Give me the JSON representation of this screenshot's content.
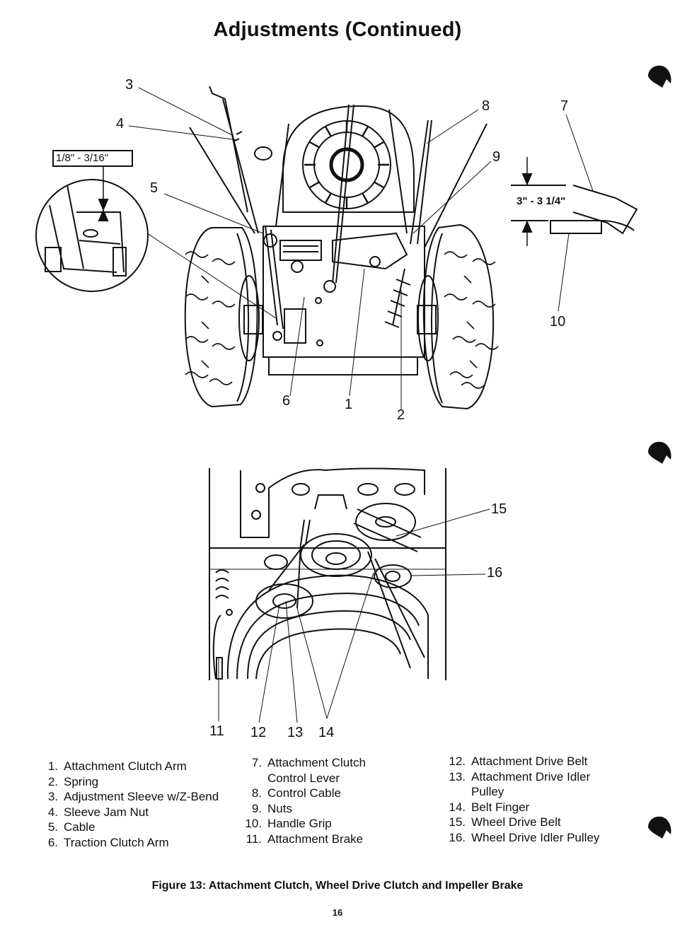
{
  "title": "Adjustments (Continued)",
  "figure_top": {
    "callouts": [
      "3",
      "4",
      "5",
      "6",
      "1",
      "2",
      "8",
      "9",
      "7",
      "10"
    ],
    "dimension_left": "1/8\" - 3/16\"",
    "dimension_right": "3\" - 3 1/4\""
  },
  "figure_bottom": {
    "callouts": [
      "15",
      "16",
      "11",
      "12",
      "13",
      "14"
    ]
  },
  "legend": {
    "col1": [
      {
        "num": "1.",
        "text": "Attachment Clutch Arm"
      },
      {
        "num": "2.",
        "text": "Spring"
      },
      {
        "num": "3.",
        "text": "Adjustment Sleeve w/Z-Bend"
      },
      {
        "num": "4.",
        "text": "Sleeve Jam Nut"
      },
      {
        "num": "5.",
        "text": "Cable"
      },
      {
        "num": "6.",
        "text": "Traction Clutch Arm"
      }
    ],
    "col2": [
      {
        "num": "7.",
        "text": "Attachment  Clutch"
      },
      {
        "num": "",
        "text": "Control Lever"
      },
      {
        "num": "8.",
        "text": "Control Cable"
      },
      {
        "num": "9.",
        "text": "Nuts"
      },
      {
        "num": "10.",
        "text": "Handle Grip"
      },
      {
        "num": "11.",
        "text": "Attachment Brake"
      }
    ],
    "col3": [
      {
        "num": "12.",
        "text": "Attachment Drive Belt"
      },
      {
        "num": "13.",
        "text": "Attachment Drive Idler"
      },
      {
        "num": "",
        "text": "Pulley"
      },
      {
        "num": "14.",
        "text": "Belt Finger"
      },
      {
        "num": "15.",
        "text": "Wheel Drive Belt"
      },
      {
        "num": "16.",
        "text": "Wheel Drive Idler Pulley"
      }
    ]
  },
  "caption": "Figure 13: Attachment Clutch, Wheel Drive Clutch and Impeller Brake",
  "page_number": "16"
}
